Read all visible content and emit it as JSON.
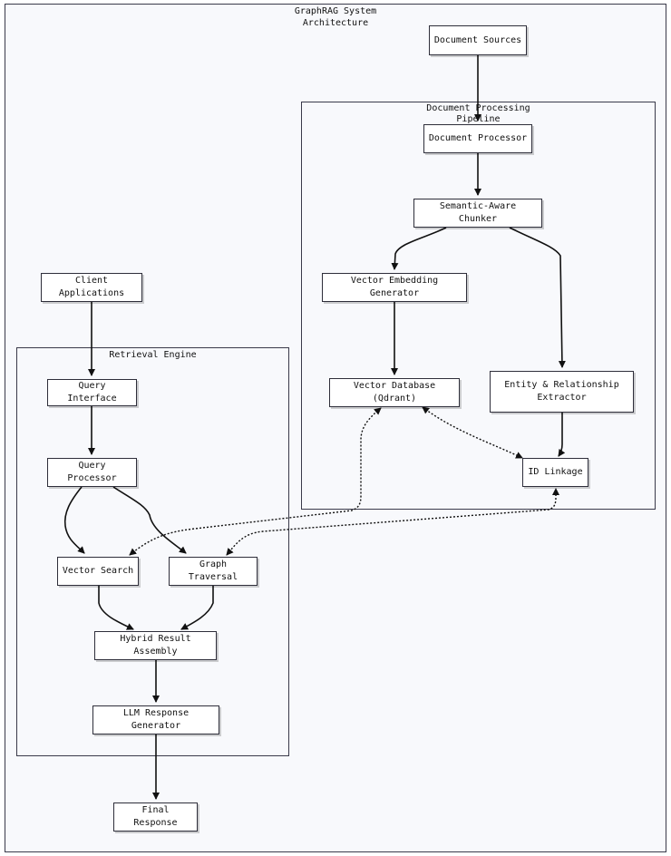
{
  "diagram": {
    "title": "GraphRAG System\nArchitecture",
    "clusters": {
      "pipeline": "Document Processing\nPipeline",
      "retrieval": "Retrieval Engine"
    },
    "nodes": {
      "doc_sources": "Document Sources",
      "doc_processor": "Document Processor",
      "chunker": "Semantic-Aware Chunker",
      "embedding": "Vector Embedding Generator",
      "vector_db": "Vector Database (Qdrant)",
      "extractor": "Entity & Relationship\nExtractor",
      "id_linkage": "ID Linkage",
      "client": "Client Applications",
      "query_interface": "Query Interface",
      "query_processor": "Query Processor",
      "vector_search": "Vector Search",
      "graph_traversal": "Graph Traversal",
      "hybrid": "Hybrid Result Assembly",
      "llm": "LLM Response Generator",
      "final": "Final Response"
    },
    "colors": {
      "background": "#f8f9fc",
      "border": "#3a3a4a",
      "node_fill": "#ffffff",
      "edge": "#111111"
    }
  }
}
